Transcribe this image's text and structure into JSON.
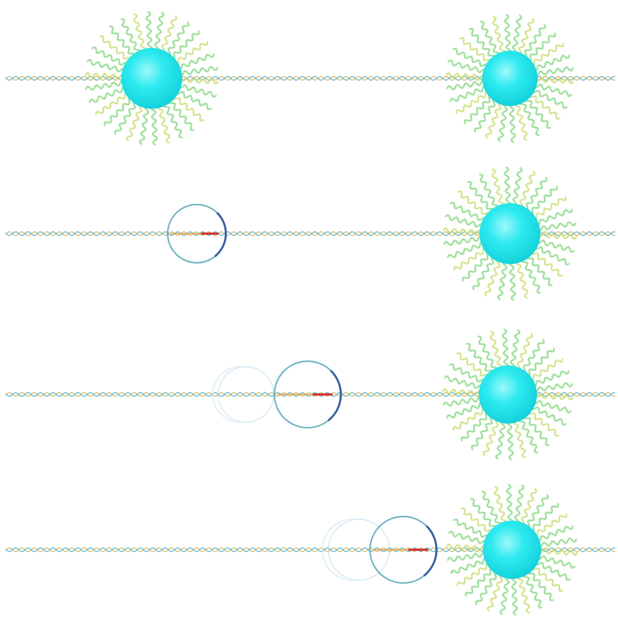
{
  "figure": {
    "panels": [
      {
        "id": "row-1",
        "spheres": [
          "micelle",
          "micelle"
        ]
      },
      {
        "id": "row-2",
        "spheres": [
          "ring-sensor",
          "micelle"
        ]
      },
      {
        "id": "row-3",
        "spheres": [
          "ring-sensor-ghost",
          "ring-sensor",
          "micelle"
        ]
      },
      {
        "id": "row-4",
        "spheres": [
          "ring-sensor-ghost",
          "ring-sensor",
          "micelle"
        ]
      }
    ],
    "colors": {
      "core": "#1de6ec",
      "core_highlight": "#8ff6f8",
      "corona_green": "#86dc6a",
      "corona_yellow": "#d8e25a",
      "corona_blue": "#4aa8e8",
      "strand_a": "#d4b25a",
      "strand_b": "#4fb0c6",
      "ring": "#5aa7b8",
      "ring_dark": "#2a4f9a",
      "probe_red": "#d9262b",
      "probe_orange": "#e8a03a"
    }
  }
}
